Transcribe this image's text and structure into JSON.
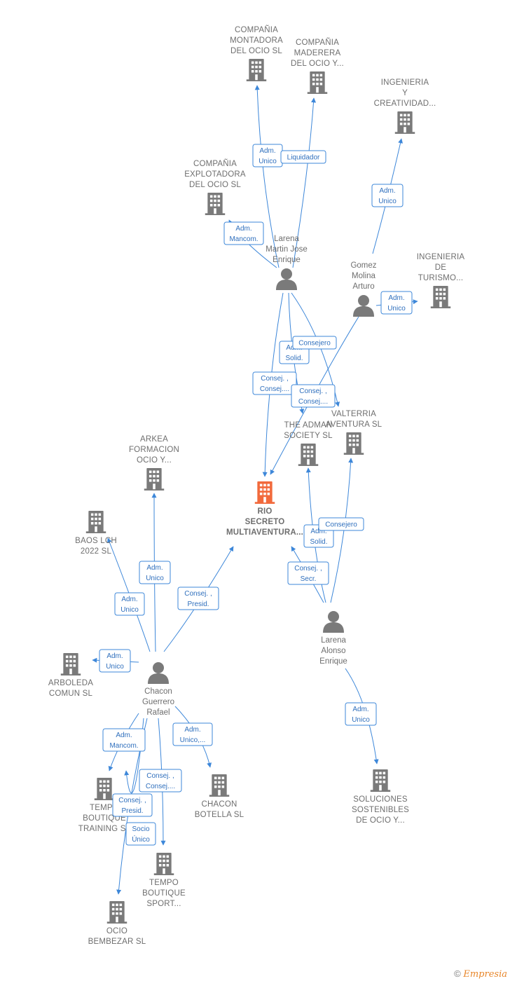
{
  "colors": {
    "edge": "#3d87d9",
    "node": "#7a7a7a",
    "main_node": "#f26a3c",
    "role_text": "#2f6fbd"
  },
  "nodes": [
    {
      "id": "rio",
      "kind": "company",
      "main": true,
      "lines": [
        "RIO",
        "SECRETO",
        "MULTIAVENTURA..."
      ]
    },
    {
      "id": "montadora",
      "kind": "company",
      "lines": [
        "COMPAÑIA",
        "MONTADORA",
        "DEL OCIO  SL"
      ]
    },
    {
      "id": "maderera",
      "kind": "company",
      "lines": [
        "COMPAÑIA",
        "MADERERA",
        "DEL OCIO Y..."
      ]
    },
    {
      "id": "creatividad",
      "kind": "company",
      "lines": [
        "INGENIERIA",
        "Y",
        "CREATIVIDAD..."
      ]
    },
    {
      "id": "explotadora",
      "kind": "company",
      "lines": [
        "COMPAÑIA",
        "EXPLOTADORA",
        "DEL OCIO  SL"
      ]
    },
    {
      "id": "turismo",
      "kind": "company",
      "lines": [
        "INGENIERIA",
        "DE",
        "TURISMO..."
      ]
    },
    {
      "id": "larena_martin",
      "kind": "person",
      "lines": [
        "Larena",
        "Martin Jose",
        "Enrique"
      ]
    },
    {
      "id": "gomez",
      "kind": "person",
      "lines": [
        "Gomez",
        "Molina",
        "Arturo"
      ]
    },
    {
      "id": "adman",
      "kind": "company",
      "lines": [
        "THE ADMAN",
        "SOCIETY  SL"
      ]
    },
    {
      "id": "valterria",
      "kind": "company",
      "lines": [
        "VALTERRIA",
        "AVENTURA  SL"
      ]
    },
    {
      "id": "arkea",
      "kind": "company",
      "lines": [
        "ARKEA",
        "FORMACION",
        "OCIO Y..."
      ]
    },
    {
      "id": "baos",
      "kind": "company",
      "lines": [
        "BAOS LCH",
        "2022  SL"
      ]
    },
    {
      "id": "arboleda",
      "kind": "company",
      "lines": [
        "ARBOLEDA",
        "COMUN  SL"
      ]
    },
    {
      "id": "chacon",
      "kind": "person",
      "lines": [
        "Chacon",
        "Guerrero",
        "Rafael"
      ]
    },
    {
      "id": "larena_alonso",
      "kind": "person",
      "lines": [
        "Larena",
        "Alonso",
        "Enrique"
      ]
    },
    {
      "id": "training",
      "kind": "company",
      "lines": [
        "TEMPO",
        "BOUTIQUE",
        "TRAINING  SL"
      ]
    },
    {
      "id": "chacon_botella",
      "kind": "company",
      "lines": [
        "CHACON",
        "BOTELLA  SL"
      ]
    },
    {
      "id": "sport",
      "kind": "company",
      "lines": [
        "TEMPO",
        "BOUTIQUE",
        "SPORT..."
      ]
    },
    {
      "id": "bembezar",
      "kind": "company",
      "lines": [
        "OCIO",
        "BEMBEZAR  SL"
      ]
    },
    {
      "id": "sostenibles",
      "kind": "company",
      "lines": [
        "SOLUCIONES",
        "SOSTENIBLES",
        "DE OCIO Y..."
      ]
    }
  ],
  "edges": [
    {
      "from": "larena_martin",
      "to": "montadora",
      "role": [
        "Adm.",
        "Unico"
      ]
    },
    {
      "from": "larena_martin",
      "to": "maderera",
      "role": [
        "Liquidador"
      ]
    },
    {
      "from": "larena_martin",
      "to": "explotadora",
      "role": [
        "Adm.",
        "Mancom."
      ]
    },
    {
      "from": "larena_martin",
      "to": "rio",
      "role": [
        "Consej. ,",
        "Consej...."
      ]
    },
    {
      "from": "larena_martin",
      "to": "adman",
      "role": [
        "Adm.",
        "Solid."
      ]
    },
    {
      "from": "larena_martin",
      "to": "valterria",
      "role": [
        "Consejero"
      ]
    },
    {
      "from": "gomez",
      "to": "creatividad",
      "role": [
        "Adm.",
        "Unico"
      ]
    },
    {
      "from": "gomez",
      "to": "turismo",
      "role": [
        "Adm.",
        "Unico"
      ]
    },
    {
      "from": "gomez",
      "to": "rio",
      "role": [
        "Consej. ,",
        "Consej...."
      ]
    },
    {
      "from": "larena_alonso",
      "to": "adman",
      "role": [
        "Adm.",
        "Solid."
      ]
    },
    {
      "from": "larena_alonso",
      "to": "valterria",
      "role": [
        "Consejero"
      ]
    },
    {
      "from": "larena_alonso",
      "to": "rio",
      "role": [
        "Consej. ,",
        "Secr."
      ]
    },
    {
      "from": "larena_alonso",
      "to": "sostenibles",
      "role": [
        "Adm.",
        "Unico"
      ]
    },
    {
      "from": "chacon",
      "to": "arkea",
      "role": [
        "Adm.",
        "Unico"
      ]
    },
    {
      "from": "chacon",
      "to": "baos",
      "role": [
        "Adm.",
        "Unico"
      ]
    },
    {
      "from": "chacon",
      "to": "arboleda",
      "role": [
        "Adm.",
        "Unico"
      ]
    },
    {
      "from": "chacon",
      "to": "rio",
      "role": [
        "Consej. ,",
        "Presid."
      ]
    },
    {
      "from": "chacon",
      "to": "training",
      "role": [
        "Adm.",
        "Mancom."
      ]
    },
    {
      "from": "chacon",
      "to": "chacon_botella",
      "role": [
        "Adm.",
        "Unico,..."
      ]
    },
    {
      "from": "chacon",
      "to": "sport",
      "role": [
        "Consej. ,",
        "Consej...."
      ]
    },
    {
      "from": "chacon",
      "to": "bembezar",
      "role": [
        "Consej. ,",
        "Presid."
      ]
    },
    {
      "from": "chacon",
      "to": "training",
      "role": [
        "Socio",
        "Único"
      ]
    }
  ],
  "footer": {
    "copyright": "©",
    "brand": "Empresia"
  }
}
